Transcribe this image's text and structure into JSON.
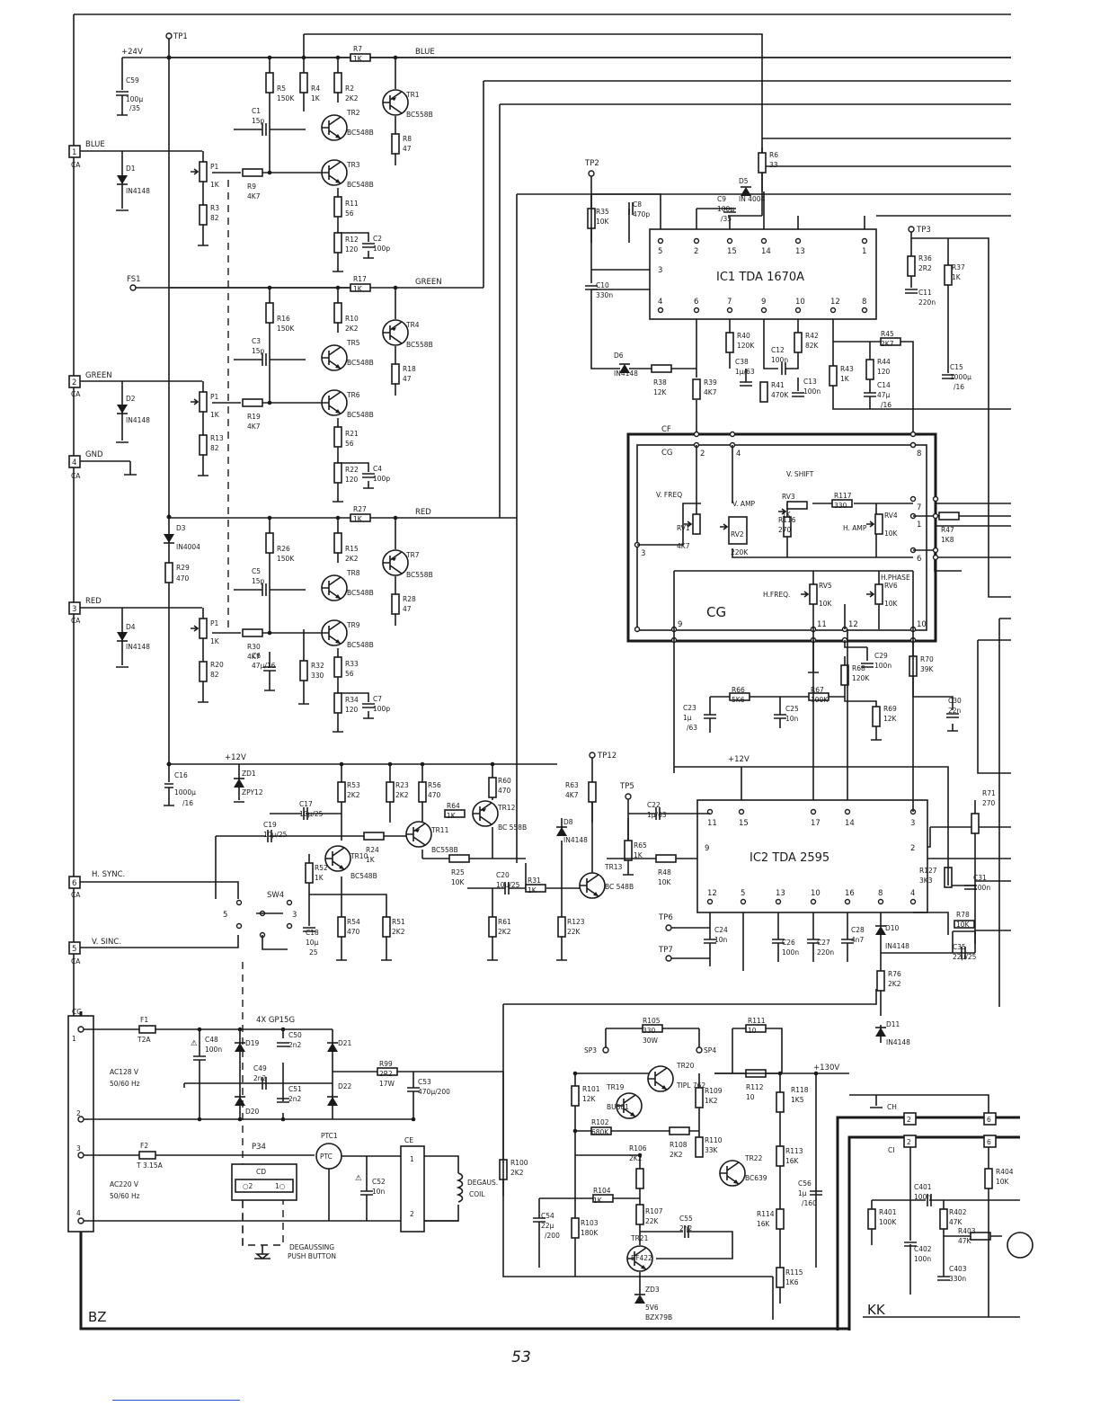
{
  "page": {
    "number": "53"
  },
  "rails": {
    "v24": "+24V",
    "v12": "+12V",
    "v12b": "+12V",
    "v130": "+130V"
  },
  "testpoints": {
    "tp1": "TP1",
    "tp2": "TP2",
    "tp3": "TP3",
    "tp5": "TP5",
    "tp6": "TP6",
    "tp7": "TP7",
    "tp12": "TP12"
  },
  "nets": {
    "blue": "BLUE",
    "green": "GREEN",
    "red": "RED",
    "fs1": "FS1",
    "cf": "CF",
    "cg": "CG",
    "vshift": "V. SHIFT",
    "vfreq": "V. FREQ",
    "vamp": "V. AMP",
    "hamp": "H. AMP",
    "hphase": "H.PHASE",
    "hfreq": "H.FREQ."
  },
  "connectors": {
    "ca": "CA",
    "cc": "CC",
    "ce": "CE",
    "cd": "CD",
    "ch": "CH",
    "ci": "CI",
    "pin_blue": {
      "num": "1",
      "label": "BLUE"
    },
    "pin_green": {
      "num": "2",
      "label": "GREEN"
    },
    "pin_red": {
      "num": "3",
      "label": "RED"
    },
    "pin_gnd": {
      "num": "4",
      "label": "GND"
    },
    "pin_hsync": {
      "num": "6",
      "label": "H. SYNC."
    },
    "pin_vsync": {
      "num": "5",
      "label": "V. SINC."
    }
  },
  "boards": {
    "bz": "BZ",
    "kk": "KK",
    "cg": "CG"
  },
  "ics": {
    "ic1": {
      "name": "IC1  TDA 1670A",
      "top_pins": [
        "5",
        "2",
        "15",
        "14",
        "13",
        "1"
      ],
      "bottom_pins": [
        "4",
        "6",
        "7",
        "9",
        "10",
        "12",
        "8"
      ],
      "left_pins": [
        "3"
      ]
    },
    "ic2": {
      "name": "IC2  TDA 2595",
      "top_pins": [
        "11",
        "15",
        "17",
        "14",
        "3"
      ],
      "bottom_pins": [
        "12",
        "5",
        "13",
        "10",
        "16",
        "8",
        "4"
      ],
      "left_pins": [
        "9"
      ],
      "right_pins": [
        "2"
      ]
    }
  },
  "transistors": [
    {
      "ref": "TR1",
      "type": "BC558B"
    },
    {
      "ref": "TR2",
      "type": "BC548B"
    },
    {
      "ref": "TR3",
      "type": "BC548B"
    },
    {
      "ref": "TR4",
      "type": "BC558B"
    },
    {
      "ref": "TR5",
      "type": "BC548B"
    },
    {
      "ref": "TR6",
      "type": "BC548B"
    },
    {
      "ref": "TR7",
      "type": "BC558B"
    },
    {
      "ref": "TR8",
      "type": "BC548B"
    },
    {
      "ref": "TR9",
      "type": "BC548B"
    },
    {
      "ref": "TR10",
      "type": "BC548B"
    },
    {
      "ref": "TR11",
      "type": "BC558B"
    },
    {
      "ref": "TR12",
      "type": "BC 558B"
    },
    {
      "ref": "TR13",
      "type": "BC 548B"
    },
    {
      "ref": "TR19",
      "type": "BU801"
    },
    {
      "ref": "TR20",
      "type": "TIPL 762"
    },
    {
      "ref": "TR21",
      "type": "BF422"
    },
    {
      "ref": "TR22",
      "type": "BC639"
    }
  ],
  "resistors": [
    {
      "ref": "R7",
      "val": "1K"
    },
    {
      "ref": "R5",
      "val": "150K"
    },
    {
      "ref": "R4",
      "val": "1K"
    },
    {
      "ref": "R2",
      "val": "2K2"
    },
    {
      "ref": "R8",
      "val": "47"
    },
    {
      "ref": "R9",
      "val": "4K7"
    },
    {
      "ref": "R3",
      "val": "82"
    },
    {
      "ref": "R11",
      "val": "56"
    },
    {
      "ref": "R12",
      "val": "120"
    },
    {
      "ref": "R6",
      "val": "33"
    },
    {
      "ref": "R35",
      "val": "10K"
    },
    {
      "ref": "R17",
      "val": "1K"
    },
    {
      "ref": "R16",
      "val": "150K"
    },
    {
      "ref": "R10",
      "val": "2K2"
    },
    {
      "ref": "R18",
      "val": "47"
    },
    {
      "ref": "R19",
      "val": "4K7"
    },
    {
      "ref": "R13",
      "val": "82"
    },
    {
      "ref": "R21",
      "val": "56"
    },
    {
      "ref": "R22",
      "val": "120"
    },
    {
      "ref": "R27",
      "val": "1K"
    },
    {
      "ref": "R26",
      "val": "150K"
    },
    {
      "ref": "R15",
      "val": "2K2"
    },
    {
      "ref": "R28",
      "val": "47"
    },
    {
      "ref": "R30",
      "val": "4K7"
    },
    {
      "ref": "R20",
      "val": "82"
    },
    {
      "ref": "R33",
      "val": "56"
    },
    {
      "ref": "R34",
      "val": "120"
    },
    {
      "ref": "R29",
      "val": "470"
    },
    {
      "ref": "R32",
      "val": "330"
    },
    {
      "ref": "R36",
      "val": "2R2"
    },
    {
      "ref": "R37",
      "val": "1K"
    },
    {
      "ref": "R38",
      "val": "12K"
    },
    {
      "ref": "R39",
      "val": "4K7"
    },
    {
      "ref": "R40",
      "val": "120K"
    },
    {
      "ref": "R41",
      "val": "470K"
    },
    {
      "ref": "R42",
      "val": "82K"
    },
    {
      "ref": "R43",
      "val": "1K"
    },
    {
      "ref": "R44",
      "val": "120"
    },
    {
      "ref": "R45",
      "val": "2K7"
    },
    {
      "ref": "R116",
      "val": "270"
    },
    {
      "ref": "R117",
      "val": "330"
    },
    {
      "ref": "R47",
      "val": "1K8"
    },
    {
      "ref": "R66",
      "val": "5K6"
    },
    {
      "ref": "R67",
      "val": "100K"
    },
    {
      "ref": "R68",
      "val": "120K"
    },
    {
      "ref": "R69",
      "val": "12K"
    },
    {
      "ref": "R70",
      "val": "39K"
    },
    {
      "ref": "R71",
      "val": "270"
    },
    {
      "ref": "R53",
      "val": "2K2"
    },
    {
      "ref": "R23",
      "val": "2K2"
    },
    {
      "ref": "R56",
      "val": "470"
    },
    {
      "ref": "R60",
      "val": "470"
    },
    {
      "ref": "R64",
      "val": "1K"
    },
    {
      "ref": "R24",
      "val": "1K"
    },
    {
      "ref": "R25",
      "val": "10K"
    },
    {
      "ref": "R52",
      "val": "1K"
    },
    {
      "ref": "R54",
      "val": "470"
    },
    {
      "ref": "R51",
      "val": "2K2"
    },
    {
      "ref": "R61",
      "val": "2K2"
    },
    {
      "ref": "R31",
      "val": "1K"
    },
    {
      "ref": "R63",
      "val": "4K7"
    },
    {
      "ref": "R65",
      "val": "1K"
    },
    {
      "ref": "R48",
      "val": "10K"
    },
    {
      "ref": "R123",
      "val": "22K"
    },
    {
      "ref": "R127",
      "val": "3K3"
    },
    {
      "ref": "R78",
      "val": "10K"
    },
    {
      "ref": "R76",
      "val": "2K2"
    },
    {
      "ref": "R99",
      "val": "2R2",
      "extra": "17W"
    },
    {
      "ref": "R100",
      "val": "2K2"
    },
    {
      "ref": "R101",
      "val": "12K"
    },
    {
      "ref": "R102",
      "val": "680K"
    },
    {
      "ref": "R103",
      "val": "180K"
    },
    {
      "ref": "R104",
      "val": "1K"
    },
    {
      "ref": "R105",
      "val": "330",
      "extra": "30W"
    },
    {
      "ref": "R106",
      "val": "2K2"
    },
    {
      "ref": "R107",
      "val": "22K"
    },
    {
      "ref": "R108",
      "val": "2K2"
    },
    {
      "ref": "R109",
      "val": "1K2"
    },
    {
      "ref": "R110",
      "val": "33K"
    },
    {
      "ref": "R111",
      "val": "10"
    },
    {
      "ref": "R112",
      "val": "10"
    },
    {
      "ref": "R113",
      "val": "16K"
    },
    {
      "ref": "R114",
      "val": "16K"
    },
    {
      "ref": "R115",
      "val": "1K6"
    },
    {
      "ref": "R118",
      "val": "1K5"
    },
    {
      "ref": "R401",
      "val": "100K"
    },
    {
      "ref": "R402",
      "val": "47K"
    },
    {
      "ref": "R403",
      "val": "47K"
    },
    {
      "ref": "R404",
      "val": "10K"
    }
  ],
  "pots": [
    {
      "ref": "P1",
      "val": "1K"
    },
    {
      "ref": "RV1",
      "val": "4K7"
    },
    {
      "ref": "RV2",
      "val": "220K"
    },
    {
      "ref": "RV3",
      "val": "1K"
    },
    {
      "ref": "RV4",
      "val": "10K"
    },
    {
      "ref": "RV5",
      "val": "10K"
    },
    {
      "ref": "RV6",
      "val": "10K"
    }
  ],
  "capacitors": [
    {
      "ref": "C59",
      "val": "100µ",
      "v": "/35"
    },
    {
      "ref": "C1",
      "val": "15p"
    },
    {
      "ref": "C2",
      "val": "100p"
    },
    {
      "ref": "C3",
      "val": "15p"
    },
    {
      "ref": "C4",
      "val": "100p"
    },
    {
      "ref": "C5",
      "val": "15p"
    },
    {
      "ref": "C6",
      "val": "47µ/16"
    },
    {
      "ref": "C7",
      "val": "100p"
    },
    {
      "ref": "C8",
      "val": "470p"
    },
    {
      "ref": "C9",
      "val": "100µ",
      "v": "/35"
    },
    {
      "ref": "C10",
      "val": "330n"
    },
    {
      "ref": "C11",
      "val": "220n"
    },
    {
      "ref": "C12",
      "val": "100n"
    },
    {
      "ref": "C13",
      "val": "100n"
    },
    {
      "ref": "C14",
      "val": "47µ",
      "v": "/16"
    },
    {
      "ref": "C15",
      "val": "1000µ",
      "v": "/16"
    },
    {
      "ref": "C38",
      "val": "1µ/63"
    },
    {
      "ref": "C16",
      "val": "1000µ",
      "v": "/16"
    },
    {
      "ref": "C17",
      "val": "10µ/25"
    },
    {
      "ref": "C19",
      "val": "10µ/25"
    },
    {
      "ref": "C18",
      "val": "10µ",
      "v": "25"
    },
    {
      "ref": "C20",
      "val": "10µ/25"
    },
    {
      "ref": "C22",
      "val": "1µ/63"
    },
    {
      "ref": "C23",
      "val": "1µ",
      "v": "/63"
    },
    {
      "ref": "C24",
      "val": "10n"
    },
    {
      "ref": "C25",
      "val": "10n"
    },
    {
      "ref": "C26",
      "val": "100n"
    },
    {
      "ref": "C27",
      "val": "220n"
    },
    {
      "ref": "C28",
      "val": "4n7"
    },
    {
      "ref": "C29",
      "val": "100n"
    },
    {
      "ref": "C30",
      "val": "22n"
    },
    {
      "ref": "C31",
      "val": "100n"
    },
    {
      "ref": "C35",
      "val": "22µ/25"
    },
    {
      "ref": "C48",
      "val": "100n"
    },
    {
      "ref": "C49",
      "val": "2n2"
    },
    {
      "ref": "C50",
      "val": "2n2"
    },
    {
      "ref": "C51",
      "val": "2n2"
    },
    {
      "ref": "C52",
      "val": "10n"
    },
    {
      "ref": "C53",
      "val": "470µ/200"
    },
    {
      "ref": "C54",
      "val": "22µ",
      "v": "/200"
    },
    {
      "ref": "C55",
      "val": "2n2"
    },
    {
      "ref": "C56",
      "val": "1µ",
      "v": "/160"
    },
    {
      "ref": "C401",
      "val": "100n"
    },
    {
      "ref": "C402",
      "val": "100n"
    },
    {
      "ref": "C403",
      "val": "330n"
    }
  ],
  "diodes": [
    {
      "ref": "D1",
      "val": "IN4148"
    },
    {
      "ref": "D2",
      "val": "IN4148"
    },
    {
      "ref": "D3",
      "val": "IN4004"
    },
    {
      "ref": "D4",
      "val": "IN4148"
    },
    {
      "ref": "D5",
      "val": "IN 4004"
    },
    {
      "ref": "D6",
      "val": "IN4148"
    },
    {
      "ref": "D8",
      "val": "IN4148"
    },
    {
      "ref": "D10",
      "val": "IN4148"
    },
    {
      "ref": "D11",
      "val": "IN4148"
    },
    {
      "ref": "ZD1",
      "val": "ZPY12"
    },
    {
      "ref": "ZD3",
      "val": "5V6",
      "v": "BZX79B"
    },
    {
      "ref": "D19",
      "val": ""
    },
    {
      "ref": "D20",
      "val": ""
    },
    {
      "ref": "D21",
      "val": ""
    },
    {
      "ref": "D22",
      "val": ""
    }
  ],
  "bridge": "4X  GP15G",
  "fuses": [
    {
      "ref": "F1",
      "val": "T2A"
    },
    {
      "ref": "F2",
      "val": "T 3.15A"
    }
  ],
  "mains": {
    "ac128": "AC128 V",
    "hz1": "50/60 Hz",
    "ac220": "AC220 V",
    "hz2": "50/60 Hz"
  },
  "misc": {
    "ptc_ref": "PTC1",
    "ptc": "PTC",
    "p34": "P34",
    "degauss_coil": "DEGAUS.",
    "degauss_coil2": "COIL",
    "degauss_btn": "DEGAUSSING",
    "degauss_btn2": "PUSH BUTTON",
    "sw4": "SW4",
    "sp3": "SP3",
    "sp4": "SP4",
    "warn": "⚠"
  }
}
